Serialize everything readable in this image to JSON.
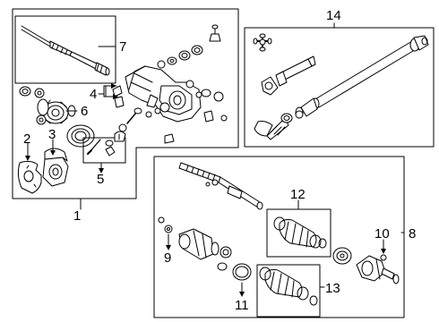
{
  "diagram": {
    "callouts": {
      "c1": "1",
      "c2": "2",
      "c3": "3",
      "c4": "4",
      "c5": "5",
      "c6": "6",
      "c7": "7",
      "c8": "8",
      "c9": "9",
      "c10": "10",
      "c11": "11",
      "c12": "12",
      "c13": "13",
      "c14": "14"
    },
    "colors": {
      "stroke": "#000000",
      "background": "#ffffff",
      "part_fill": "#ffffff",
      "shade": "#e6e6e6"
    }
  }
}
